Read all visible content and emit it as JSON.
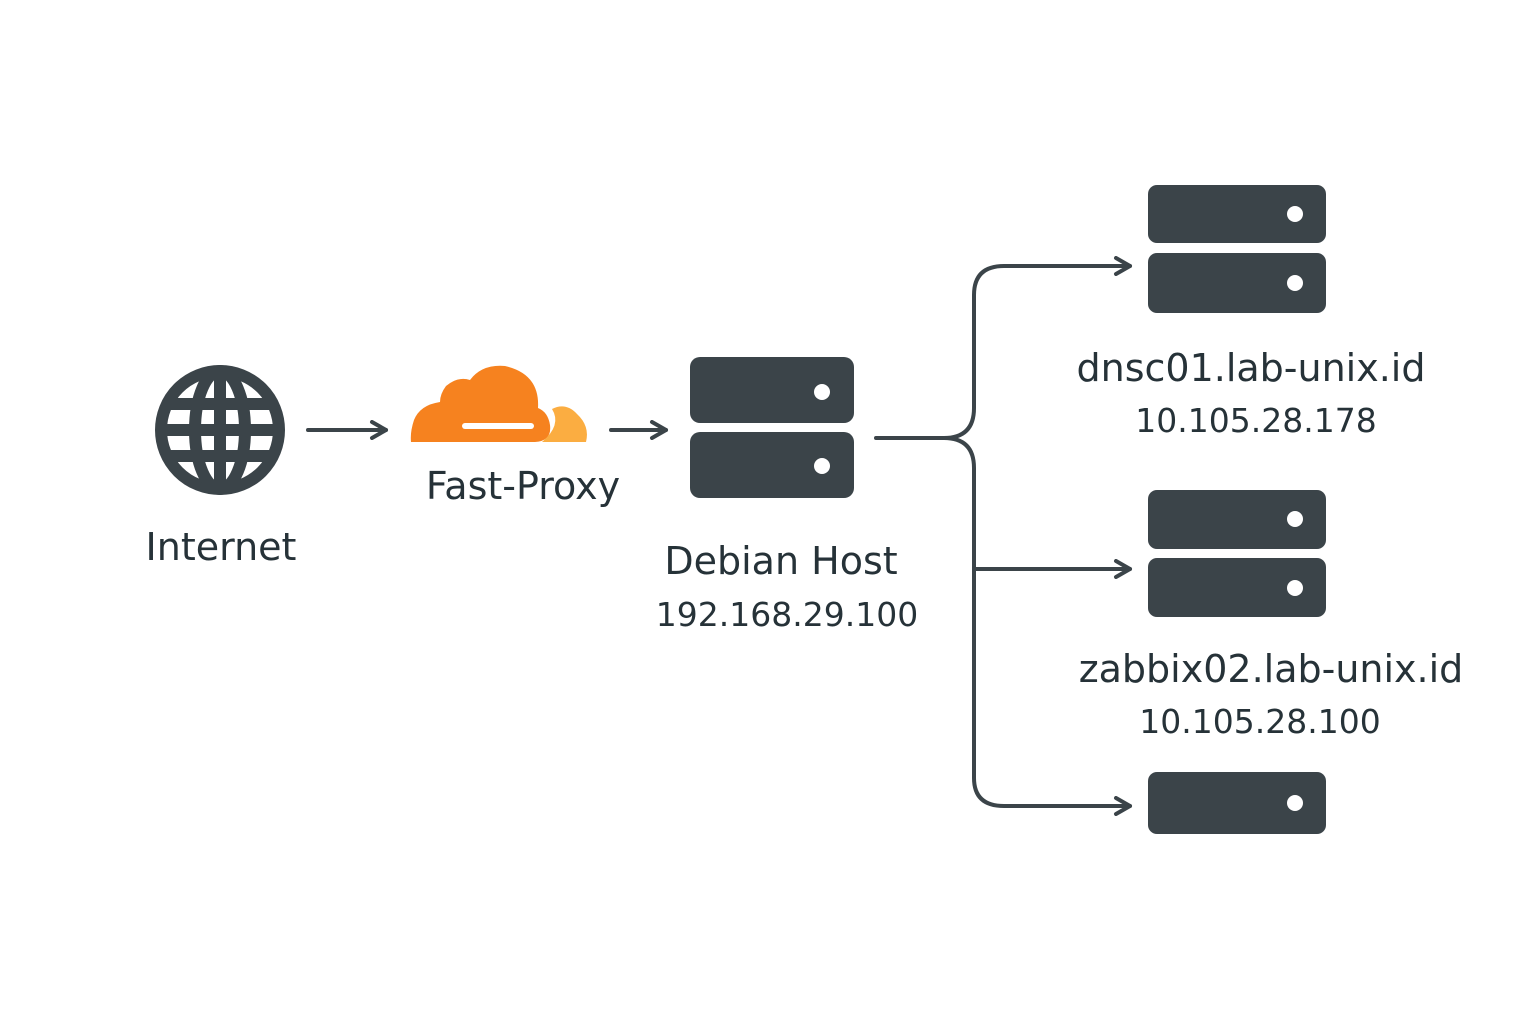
{
  "colors": {
    "server": "#3b4449",
    "ink": "#3b4449",
    "cloud_main": "#f6821f",
    "cloud_light": "#fbad41",
    "text": "#263238"
  },
  "nodes": {
    "internet": {
      "icon": "globe-icon",
      "label": "Internet"
    },
    "proxy": {
      "icon": "cloud-icon",
      "label": "Fast-Proxy"
    },
    "debian": {
      "icon": "server-icon",
      "label": "Debian Host",
      "ip": "192.168.29.100"
    },
    "backends": [
      {
        "icon": "server-icon",
        "label": "dnsc01.lab-unix.id",
        "ip": "10.105.28.178"
      },
      {
        "icon": "server-icon",
        "label": "zabbix02.lab-unix.id",
        "ip": "10.105.28.100"
      },
      {
        "icon": "server-icon",
        "label": "",
        "ip": ""
      }
    ]
  }
}
